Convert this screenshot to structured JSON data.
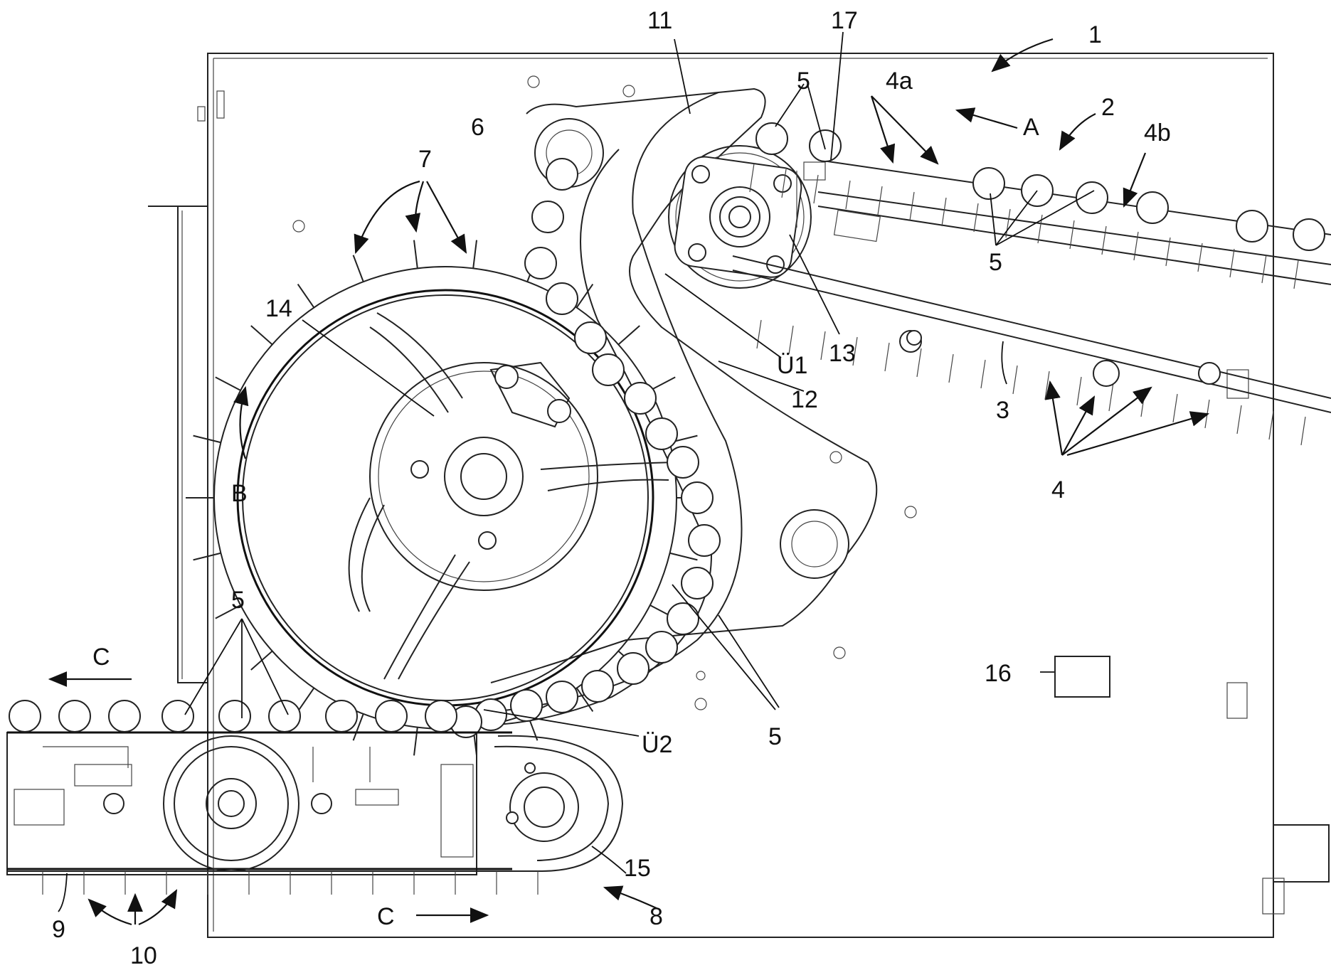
{
  "labels": {
    "l1": "1",
    "l2": "2",
    "l3": "3",
    "l4": "4",
    "l4a": "4a",
    "l4b": "4b",
    "l5_top_left": "5",
    "l5_top_right": "5",
    "l5_arc": "5",
    "l5_bottom": "5",
    "l6": "6",
    "l7": "7",
    "l8": "8",
    "l9": "9",
    "l10": "10",
    "l11": "11",
    "l12": "12",
    "l13": "13",
    "l14": "14",
    "l15": "15",
    "l16": "16",
    "l17": "17",
    "lU1": "Ü1",
    "lU2": "Ü2",
    "lA": "A",
    "lB": "B",
    "lC_top": "C",
    "lC_bottom": "C"
  }
}
